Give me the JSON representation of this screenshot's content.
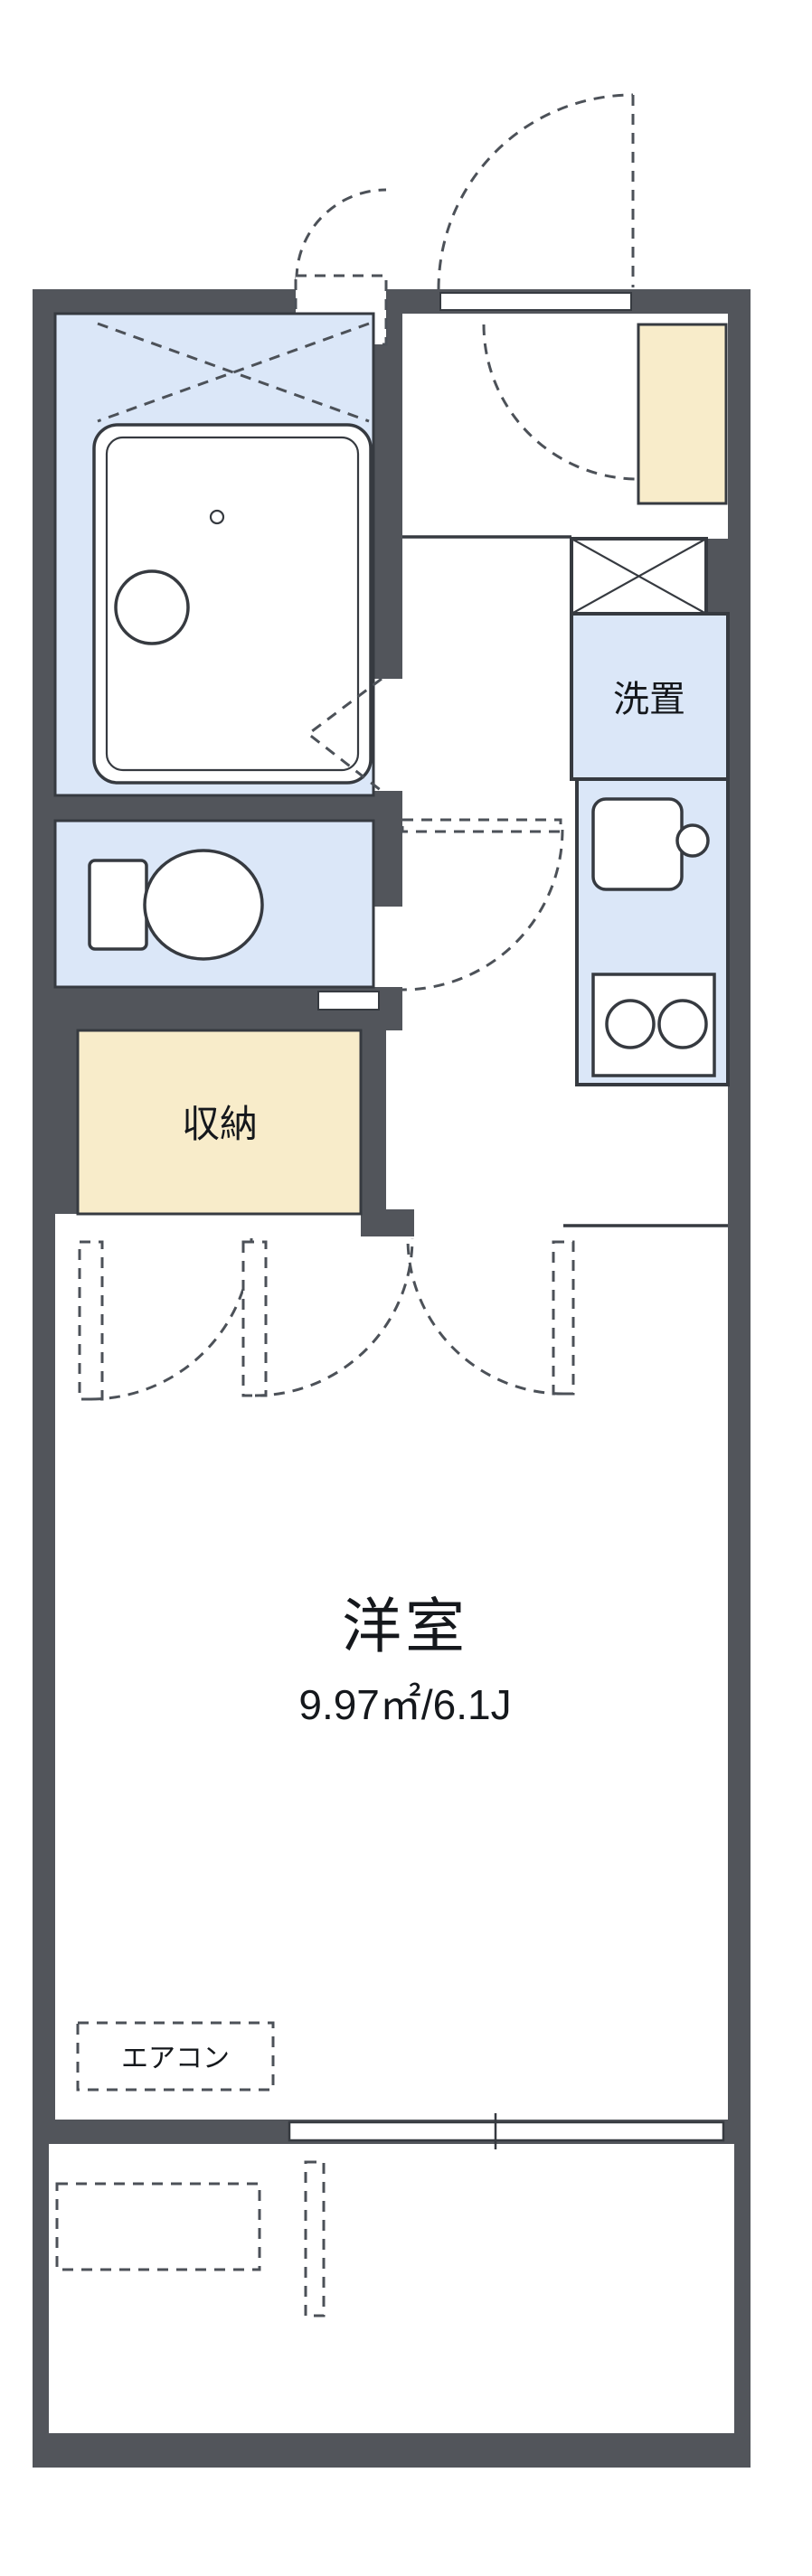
{
  "plan": {
    "rooms": {
      "living": {
        "label": "洋室",
        "size": "9.97㎡/6.1J"
      },
      "closet": {
        "label": "収納"
      },
      "laundry": {
        "label": "洗置"
      },
      "aircon": {
        "label": "エアコン"
      }
    },
    "colors": {
      "wall": "#52555b",
      "water_room": "#dbe7f8",
      "storage": "#f8ecca",
      "outline": "#363a40"
    }
  }
}
